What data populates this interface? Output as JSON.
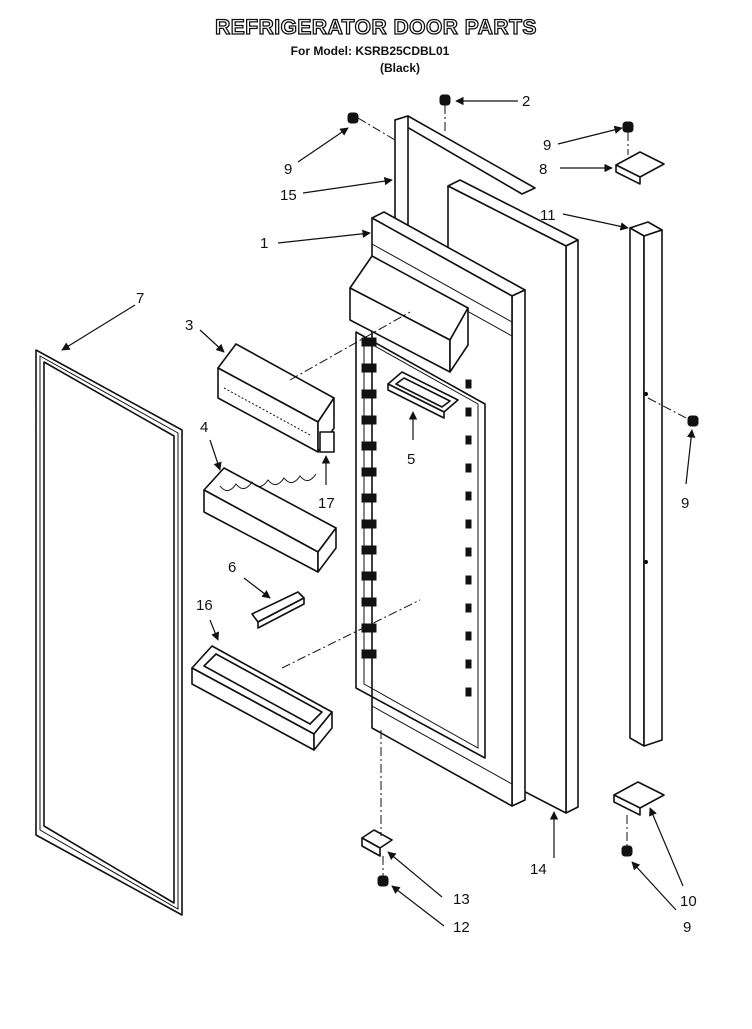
{
  "header": {
    "title": "REFRIGERATOR DOOR PARTS",
    "model_line": "For Model: KSRB25CDBL01",
    "color_line": "(Black)"
  },
  "callouts": {
    "c1": "1",
    "c2": "2",
    "c3": "3",
    "c4": "4",
    "c5": "5",
    "c6": "6",
    "c7": "7",
    "c8": "8",
    "c9a": "9",
    "c9b": "9",
    "c9c": "9",
    "c9d": "9",
    "c10": "10",
    "c11": "11",
    "c12": "12",
    "c13": "13",
    "c14": "14",
    "c15": "15",
    "c16": "16",
    "c17": "17"
  }
}
